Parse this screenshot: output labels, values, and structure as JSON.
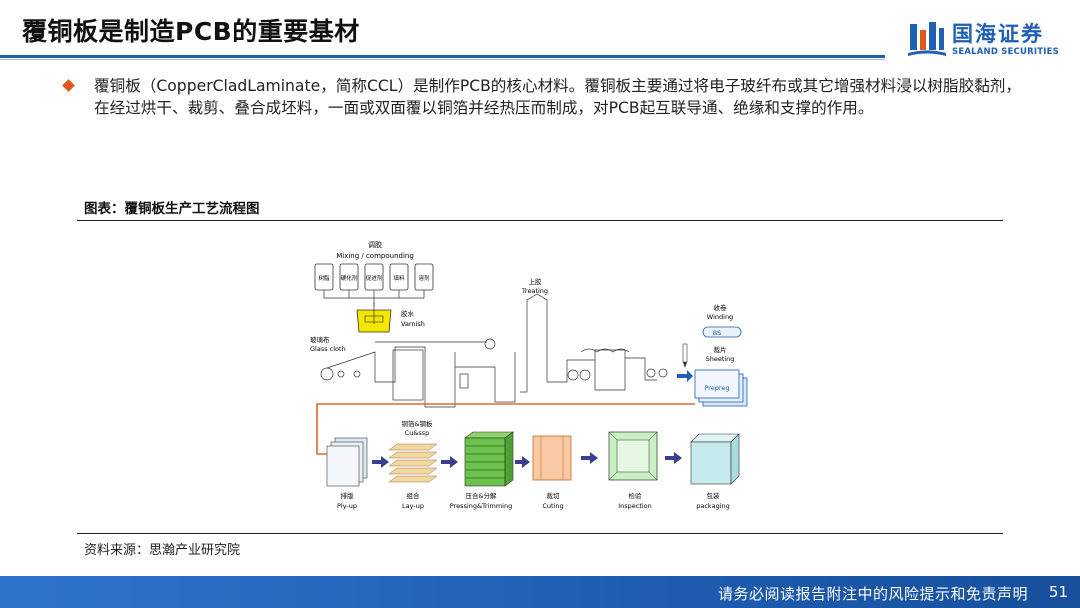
{
  "header": {
    "title": "覆铜板是制造PCB的重要基材",
    "logo_cn": "国海证券",
    "logo_en": "SEALAND SECURITIES"
  },
  "body": {
    "paragraph": "覆铜板（CopperCladLaminate，简称CCL）是制作PCB的核心材料。覆铜板主要通过将电子玻纤布或其它增强材料浸以树脂胶黏剂，在经过烘干、裁剪、叠合成坯料，一面或双面覆以铜箔并经热压而制成，对PCB起互联导通、绝缘和支撑的作用。"
  },
  "figure": {
    "caption": "图表：覆铜板生产工艺流程图",
    "source": "资料来源：思瀚产业研究院"
  },
  "diagram": {
    "mixing_cn": "调胶",
    "mixing_en": "Mixing / compounding",
    "tanks": [
      "树脂",
      "硬化剂",
      "促进剂",
      "填料",
      "溶剂"
    ],
    "varnish_cn": "胶水",
    "varnish_en": "Varnish",
    "glass_cn": "玻璃布",
    "glass_en": "Glass cloth",
    "treating_cn": "上胶",
    "treating_en": "Treating",
    "winding_cn": "收卷",
    "winding_en": "Winding",
    "bs": "BS",
    "sheeting_cn": "裁片",
    "sheeting_en": "Sheeting",
    "prepreg": "Prepreg",
    "cussp_cn": "铜箔&钢板",
    "cussp_en": "Cu&ssp",
    "steps": [
      {
        "cn": "排版",
        "en": "Ply-up"
      },
      {
        "cn": "组合",
        "en": "Lay-up"
      },
      {
        "cn": "压合&分解",
        "en": "Pressing&Trimming"
      },
      {
        "cn": "裁切",
        "en": "Cuting"
      },
      {
        "cn": "检验",
        "en": "Inspection"
      },
      {
        "cn": "包装",
        "en": "packaging"
      }
    ]
  },
  "footer": {
    "disclaimer": "请务必阅读报告附注中的风险提示和免责声明",
    "page": "51"
  },
  "colors": {
    "brand_blue": "#1f5fb4",
    "bullet_orange": "#e2571b",
    "flow_orange": "#e8692c",
    "arrow_navy": "#3a3f8f"
  }
}
